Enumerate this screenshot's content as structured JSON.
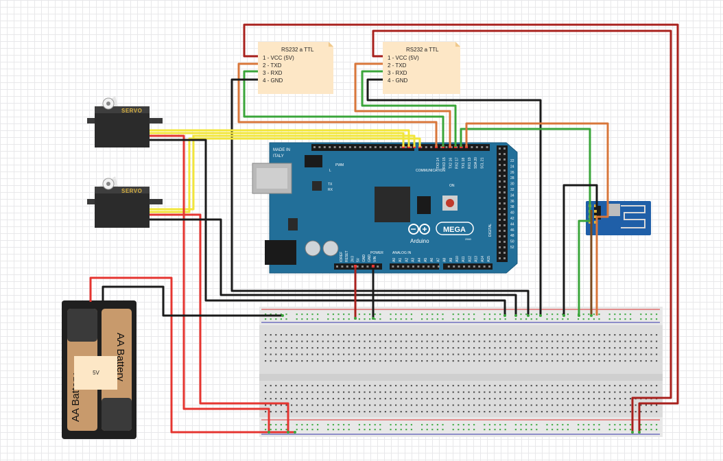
{
  "converters": [
    {
      "title": "RS232 a TTL",
      "pins": [
        "1 - VCC (5V)",
        "2 - TXD",
        "3 - RXD",
        "4 - GND"
      ]
    },
    {
      "title": "RS232 a TTL",
      "pins": [
        "1 - VCC (5V)",
        "2 - TXD",
        "3 - RXD",
        "4 - GND"
      ]
    }
  ],
  "servos": [
    {
      "label": "SERVO"
    },
    {
      "label": "SERVO"
    }
  ],
  "battery": {
    "label_front": "AA Battery",
    "label_back": "AA Battery",
    "voltage_note": "5V"
  },
  "arduino": {
    "made_in": "MADE IN",
    "country": "ITALY",
    "pwm": "PWM",
    "communication": "COMMUNICATION",
    "power": "POWER",
    "analog_in": "ANALOG IN",
    "digital": "DIGITAL",
    "brand": "Arduino",
    "model": "MEGA",
    "model_suffix": "2560",
    "tx": "TX",
    "rx": "RX",
    "l": "L",
    "on": "ON",
    "comm_pins": [
      "TX3 14",
      "RX3 15",
      "TX2 16",
      "RX2 17",
      "TX1 18",
      "RX1 19",
      "SDA 20",
      "SCL 21"
    ],
    "power_pins": [
      "IOREF",
      "RESET",
      "3V3",
      "5V",
      "GND",
      "GND",
      "VIN"
    ],
    "analog_pins": [
      "A0",
      "A1",
      "A2",
      "A3",
      "A4",
      "A5",
      "A6",
      "A7",
      "A8",
      "A9",
      "A10",
      "A11",
      "A12",
      "A13",
      "A14",
      "A15"
    ],
    "right_pins": [
      "22",
      "24",
      "26",
      "28",
      "30",
      "32",
      "34",
      "36",
      "38",
      "40",
      "42",
      "44",
      "46",
      "48",
      "50",
      "52"
    ]
  },
  "colors": {
    "wire_red": "#e53530",
    "wire_darkred": "#a8201c",
    "wire_black": "#1a1a1a",
    "wire_yellow": "#f2e63a",
    "wire_green": "#3aa53a",
    "wire_orange": "#d8763a",
    "wire_brown": "#7a4a1e",
    "board": "#226f99",
    "note": "#fde7c6",
    "breadboard": "#e3e3e3"
  }
}
